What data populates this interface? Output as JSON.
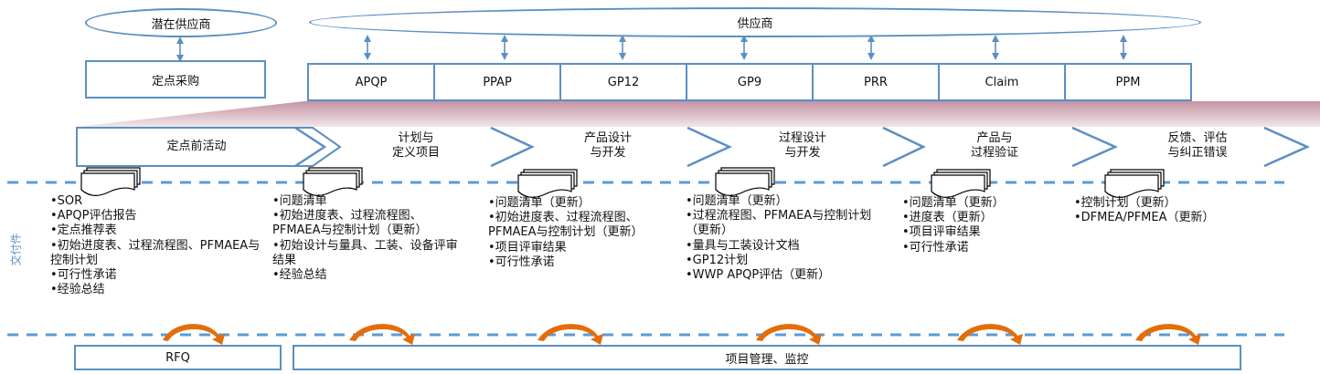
{
  "top": {
    "potential_supplier": "潜在供应商",
    "supplier": "供应商",
    "sourcing": "定点采购",
    "modules": [
      "APQP",
      "PPAP",
      "GP12",
      "GP9",
      "PRR",
      "Claim",
      "PPM"
    ]
  },
  "phases": [
    {
      "label": "定点前活动"
    },
    {
      "label": "计划与\n定义项目"
    },
    {
      "label": "产品设计\n与开发"
    },
    {
      "label": "过程设计\n与开发"
    },
    {
      "label": "产品与\n过程验证"
    },
    {
      "label": "反馈、评估\n与纠正错误"
    }
  ],
  "deliverables_label": "交付件",
  "deliverables": [
    [
      "•SOR",
      "•APQP评估报告",
      "•定点推荐表",
      "•初始进度表、过程流程图、PFMAEA与\n控制计划",
      "•可行性承诺",
      "•经验总结"
    ],
    [
      "•问题清单",
      "•初始进度表、过程流程图、\nPFMAEA与控制计划（更新）",
      "•初始设计与量具、工装、设备评审\n结果",
      "•经验总结"
    ],
    [
      "•问题清单（更新）",
      "•初始进度表、过程流程图、\nPFMAEA与控制计划（更新）",
      "•项目评审结果",
      "•可行性承诺"
    ],
    [
      "•问题清单（更新）",
      "•过程流程图、PFMAEA与控制计划\n（更新）",
      "•量具与工装设计文档",
      "•GP12计划",
      "•WWP APQP评估（更新）"
    ],
    [
      "•问题清单（更新）",
      "•进度表（更新）",
      "•项目评审结果",
      "•可行性承诺"
    ],
    [
      "•控制计划（更新）",
      "•DFMEA/PFMEA（更新）"
    ]
  ],
  "bottom": {
    "rfq": "RFQ",
    "project_mgmt": "项目管理、监控"
  },
  "colors": {
    "line_blue": "#5b8fc1",
    "dash_blue": "#5b9bd5",
    "fan_pink": "#c9a0ac",
    "arrow_orange": "#e46c0a"
  }
}
